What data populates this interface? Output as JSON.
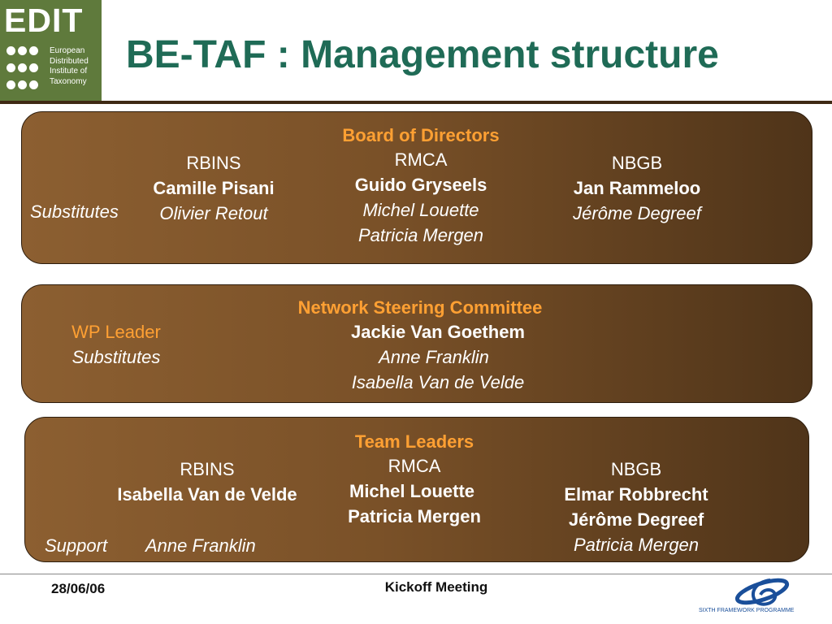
{
  "logo": {
    "word": "EDIT",
    "lines": [
      "European",
      "Distributed",
      "Institute of",
      "Taxonomy"
    ]
  },
  "title": "BE-TAF : Management structure",
  "board": {
    "heading": "Board of Directors",
    "substitutes_label": "Substitutes",
    "rbins": {
      "org": "RBINS",
      "lead": "Camille Pisani",
      "subs": [
        "Olivier Retout"
      ]
    },
    "rmca": {
      "org": "RMCA",
      "lead": "Guido Gryseels",
      "subs": [
        "Michel Louette",
        "Patricia Mergen"
      ]
    },
    "nbgb": {
      "org": "NBGB",
      "lead": "Jan Rammeloo",
      "subs": [
        "Jérôme Degreef"
      ]
    }
  },
  "steering": {
    "heading": "Network Steering Committee",
    "wp_leader_label": "WP Leader",
    "substitutes_label": "Substitutes",
    "leader": "Jackie Van Goethem",
    "subs": [
      "Anne Franklin",
      "Isabella Van de Velde"
    ]
  },
  "team": {
    "heading": "Team Leaders",
    "support_label": "Support",
    "support_name": "Anne Franklin",
    "rbins": {
      "org": "RBINS",
      "leads": [
        "Isabella Van de Velde"
      ]
    },
    "rmca": {
      "org": "RMCA",
      "leads": [
        "Michel Louette",
        "Patricia Mergen"
      ]
    },
    "nbgb": {
      "org": "NBGB",
      "leads": [
        "Elmar Robbrecht",
        "Jérôme Degreef"
      ],
      "subs": [
        "Patricia Mergen"
      ]
    }
  },
  "footer": {
    "date": "28/06/06",
    "center": "Kickoff Meeting",
    "programme": "SIXTH FRAMEWORK PROGRAMME"
  },
  "colors": {
    "title": "#1f6b56",
    "heading_orange": "#ffa033",
    "panel_brown": "#7a5128"
  }
}
